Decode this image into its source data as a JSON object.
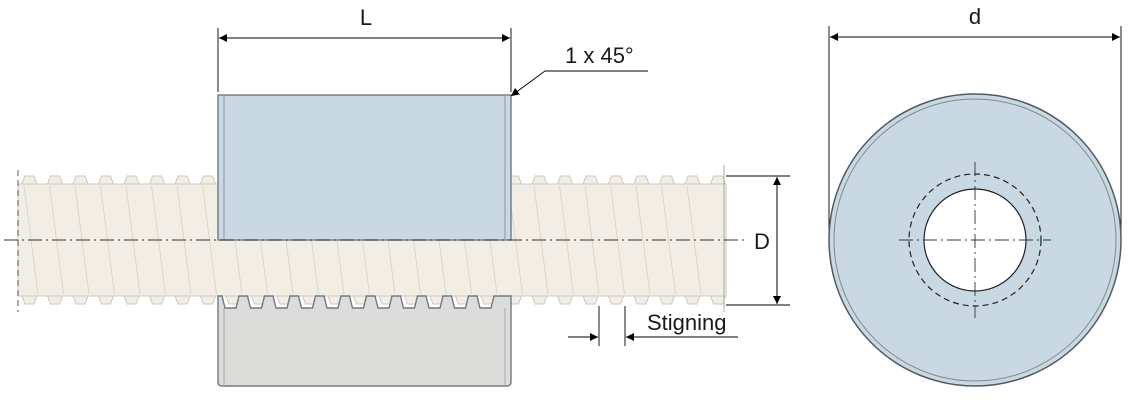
{
  "labels": {
    "length": "L",
    "chamfer": "1 x 45°",
    "thread_diameter": "D",
    "pitch": "Stigning",
    "outer_diameter": "d"
  },
  "colors": {
    "nut_section": "#c9d9e3",
    "nut_body": "#dcdcda",
    "thread": "#f3eee5",
    "thread_outline": "#cfc8bd",
    "line": "#000000"
  }
}
